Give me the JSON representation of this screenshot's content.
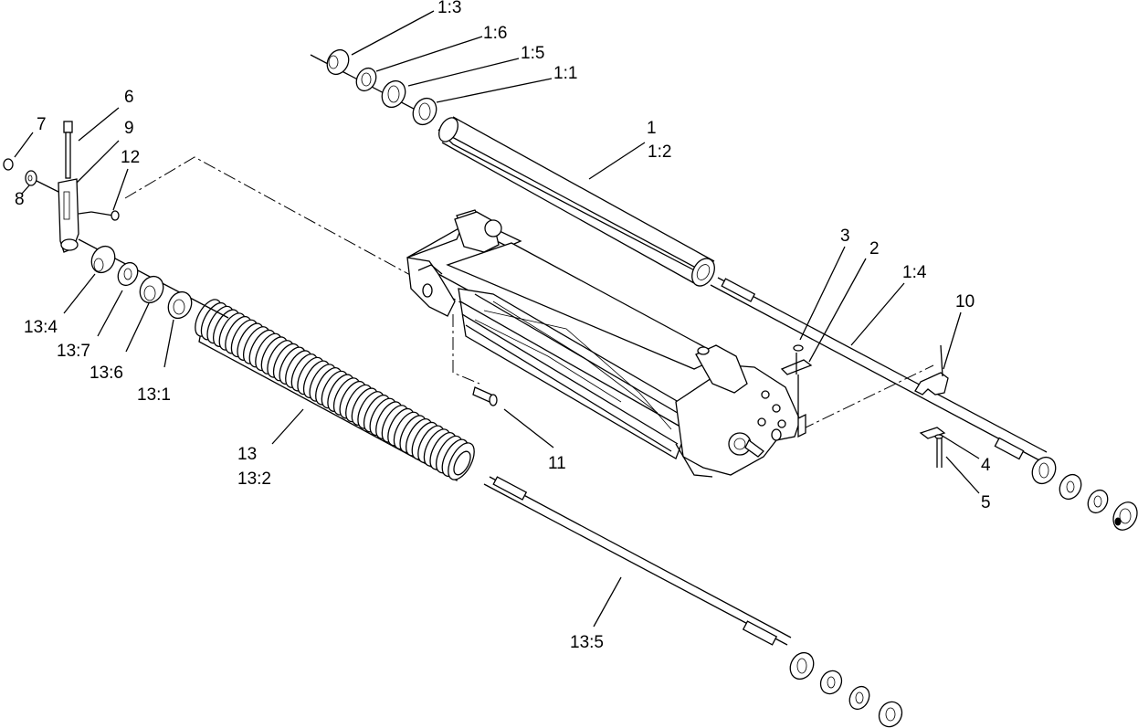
{
  "callouts": {
    "c1_3": "1:3",
    "c1_6": "1:6",
    "c1_5": "1:5",
    "c1_1": "1:1",
    "c1": "1",
    "c1_2": "1:2",
    "c6": "6",
    "c7": "7",
    "c9": "9",
    "c12": "12",
    "c8": "8",
    "c3": "3",
    "c2": "2",
    "c1_4": "1:4",
    "c10": "10",
    "c13_4": "13:4",
    "c13_7": "13:7",
    "c13_6": "13:6",
    "c13_1": "13:1",
    "c13": "13",
    "c13_2": "13:2",
    "c11": "11",
    "c4": "4",
    "c5": "5",
    "c13_5": "13:5"
  }
}
